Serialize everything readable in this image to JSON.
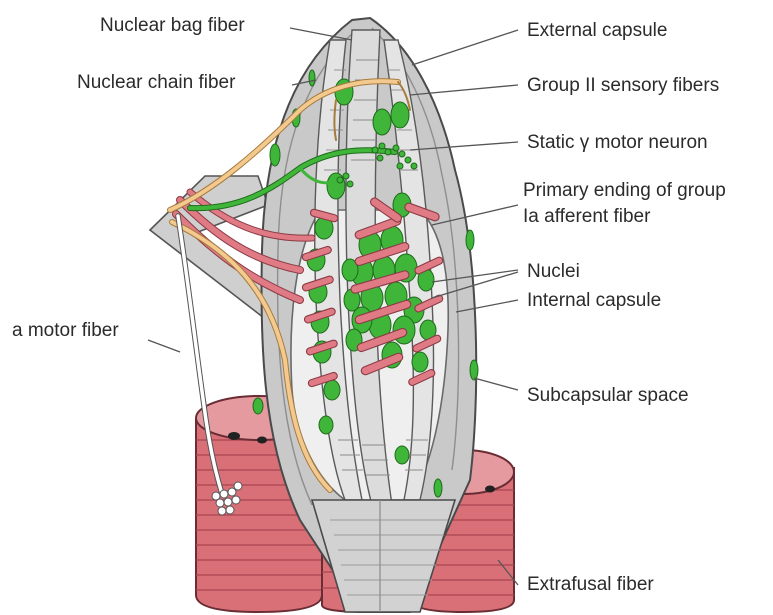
{
  "diagram": {
    "labels": {
      "nuclear_bag_fiber": "Nuclear bag fiber",
      "nuclear_chain_fiber": "Nuclear chain fiber",
      "a_motor_fiber": "a motor fiber",
      "external_capsule": "External capsule",
      "group_ii_sensory": "Group II sensory fibers",
      "static_gamma": "Static γ motor neuron",
      "primary_ending_line1": "Primary ending of group",
      "primary_ending_line2": "Ia afferent fiber",
      "nuclei": "Nuclei",
      "internal_capsule": "Internal capsule",
      "subcapsular_space": "Subcapsular space",
      "extrafusal_fiber": "Extrafusal fiber"
    },
    "colors": {
      "capsule": "#c9c9c9",
      "capsule_dark": "#9e9e9e",
      "intrafusal": "#e4e4e4",
      "nucleus": "#3fb53a",
      "nucleus_stroke": "#1f6b1b",
      "annulospiral": "#e07b86",
      "annulospiral_stroke": "#8b3b44",
      "nerve": "#f3c98f",
      "muscle": "#d97078",
      "muscle_dark": "#a84552",
      "muscle_top": "#e59aa0"
    }
  }
}
